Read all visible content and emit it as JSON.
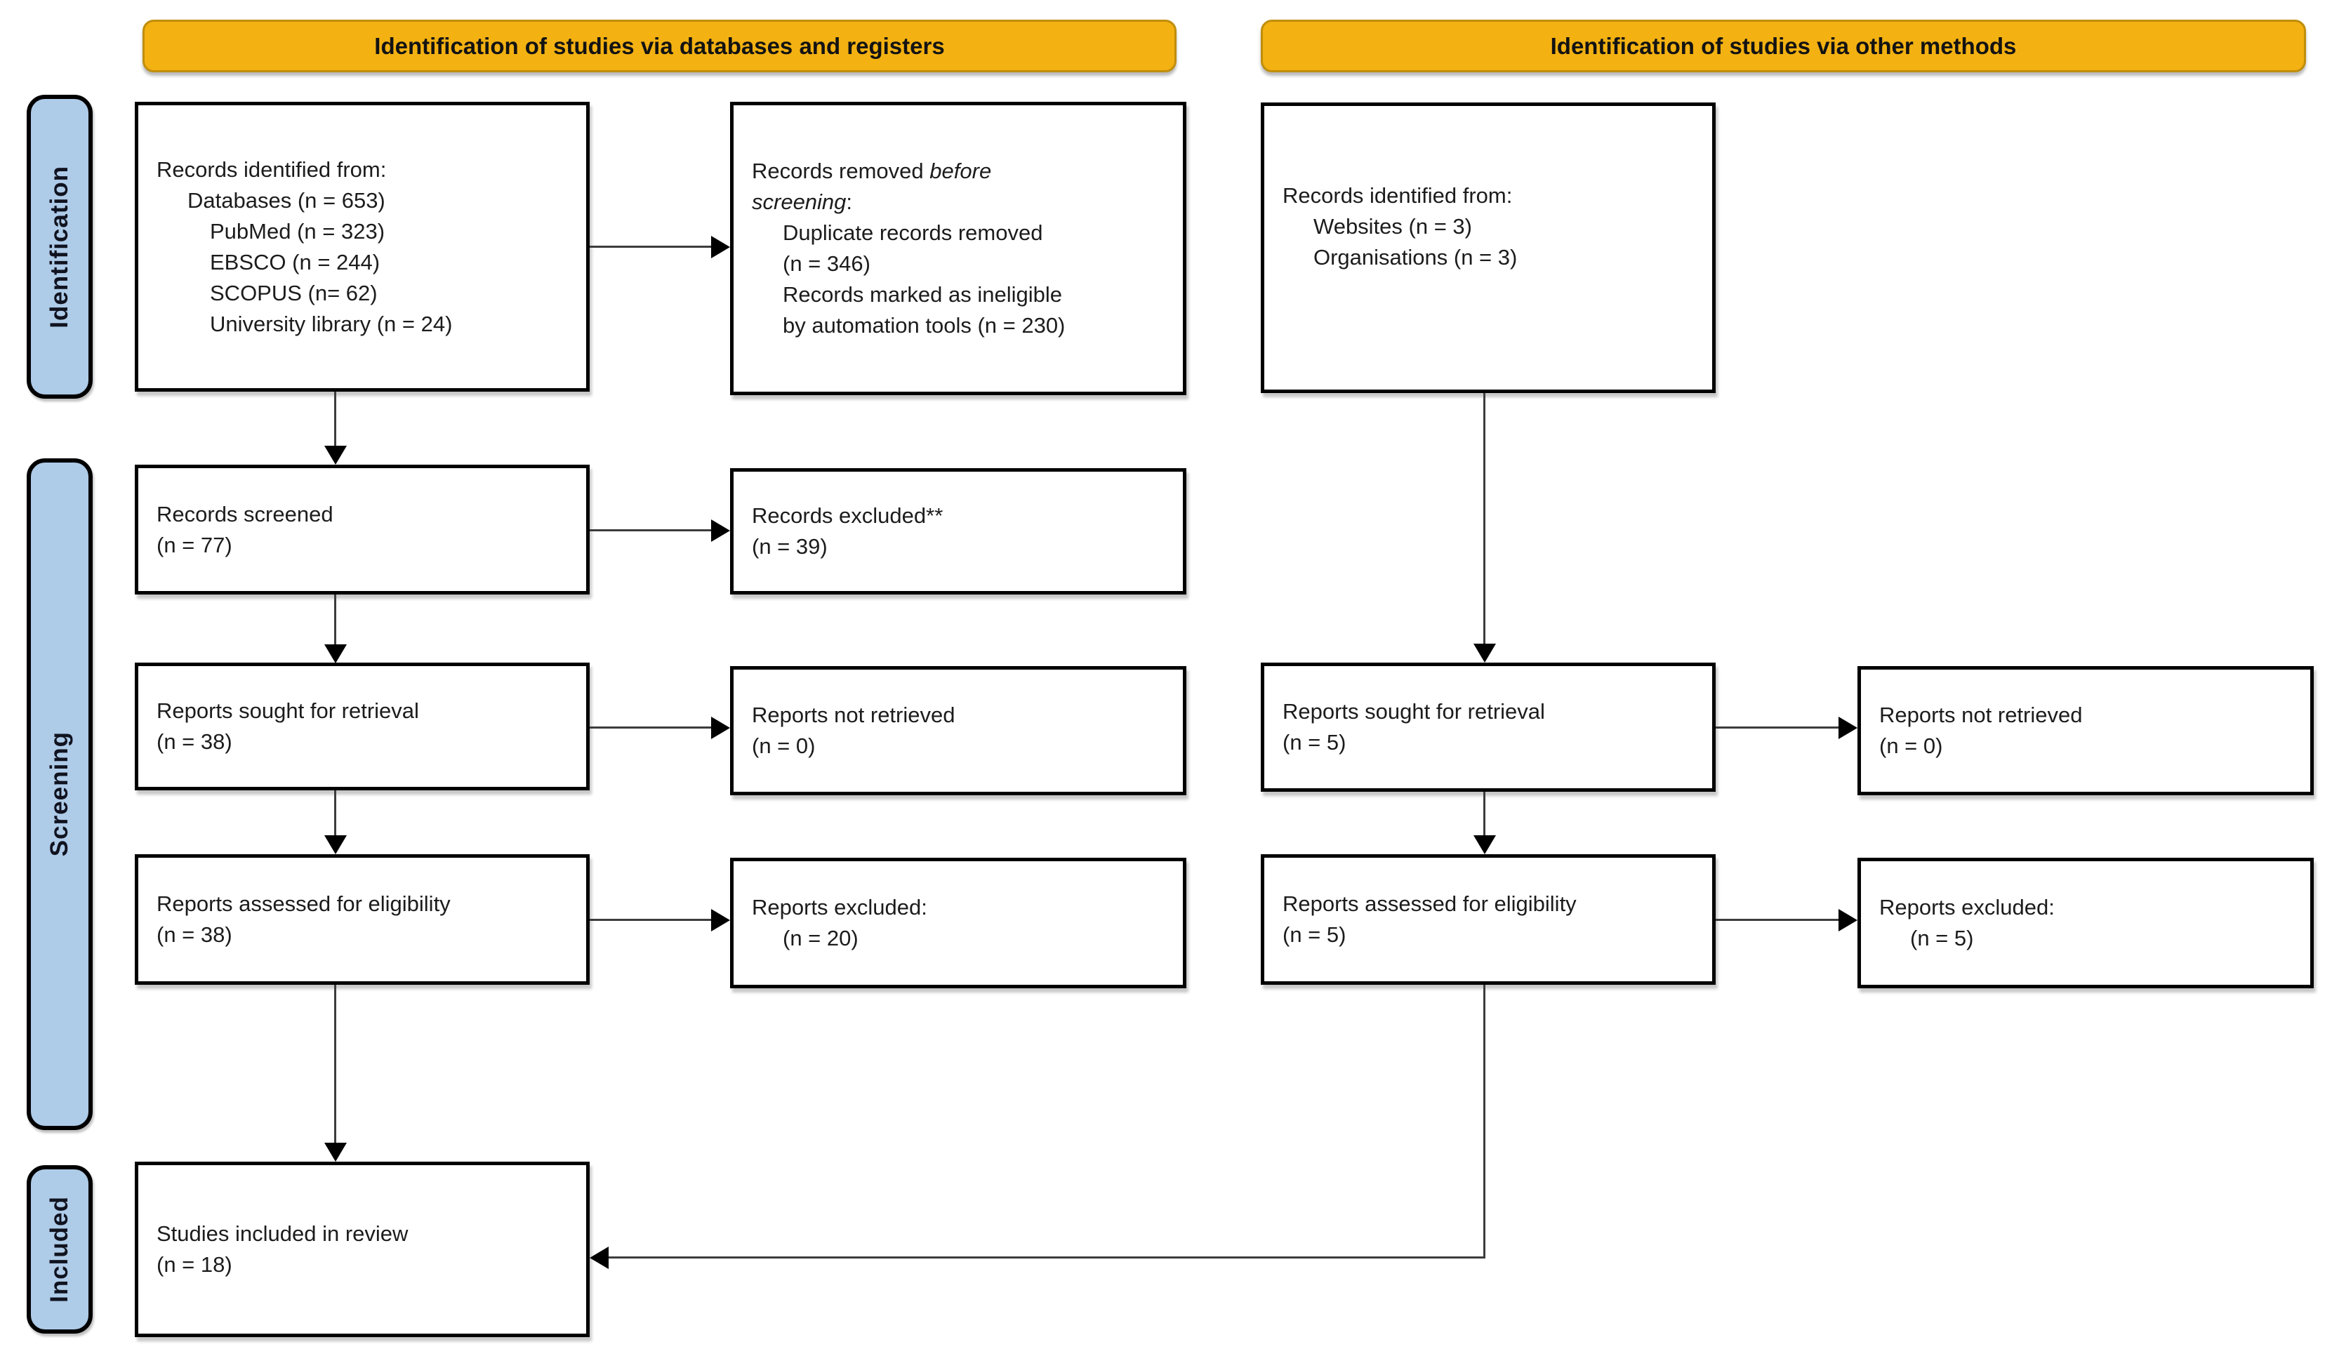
{
  "headers": {
    "left": "Identification of studies via databases and registers",
    "right": "Identification of studies via other methods"
  },
  "stage_labels": {
    "identification": "Identification",
    "screening": "Screening",
    "included": "Included"
  },
  "colors": {
    "header_fill": "#F3B112",
    "header_border": "#C08E0C",
    "stage_fill": "#AECBE8",
    "box_border": "#000000",
    "background": "#FFFFFF"
  },
  "boxes": {
    "db_identified": {
      "l0": "Records identified from:",
      "l1": "Databases (n = 653)",
      "l2": "PubMed (n = 323)",
      "l3": "EBSCO (n = 244)",
      "l4": "SCOPUS (n= 62)",
      "l5": "University library (n = 24)"
    },
    "removed_before_screening": {
      "l0a": "Records removed ",
      "l0b": "before",
      "l1a": "screening",
      "l1b": ":",
      "l2": "Duplicate records removed",
      "l3": "(n = 346)",
      "l4": "Records marked as ineligible",
      "l5": "by automation tools (n = 230)"
    },
    "other_identified": {
      "l0": "Records identified from:",
      "l1": "Websites (n = 3)",
      "l2": "Organisations (n = 3)"
    },
    "records_screened": {
      "l0": "Records screened",
      "l1": "(n = 77)"
    },
    "records_excluded": {
      "l0": "Records excluded**",
      "l1": "(n = 39)"
    },
    "reports_sought_db": {
      "l0": "Reports sought for retrieval",
      "l1": "(n = 38)"
    },
    "reports_not_retrieved_db": {
      "l0": "Reports not retrieved",
      "l1": "(n = 0)"
    },
    "reports_sought_other": {
      "l0": "Reports sought for retrieval",
      "l1": "(n = 5)"
    },
    "reports_not_retrieved_other": {
      "l0": "Reports not retrieved",
      "l1": "(n = 0)"
    },
    "reports_assessed_db": {
      "l0": "Reports assessed for eligibility",
      "l1": "(n = 38)"
    },
    "reports_excluded_db": {
      "l0": "Reports excluded:",
      "l1": "(n = 20)"
    },
    "reports_assessed_other": {
      "l0": "Reports assessed for eligibility",
      "l1": "(n = 5)"
    },
    "reports_excluded_other": {
      "l0": "Reports excluded:",
      "l1": "(n = 5)"
    },
    "studies_included": {
      "l0": "Studies included in review",
      "l1": "(n = 18)"
    }
  }
}
